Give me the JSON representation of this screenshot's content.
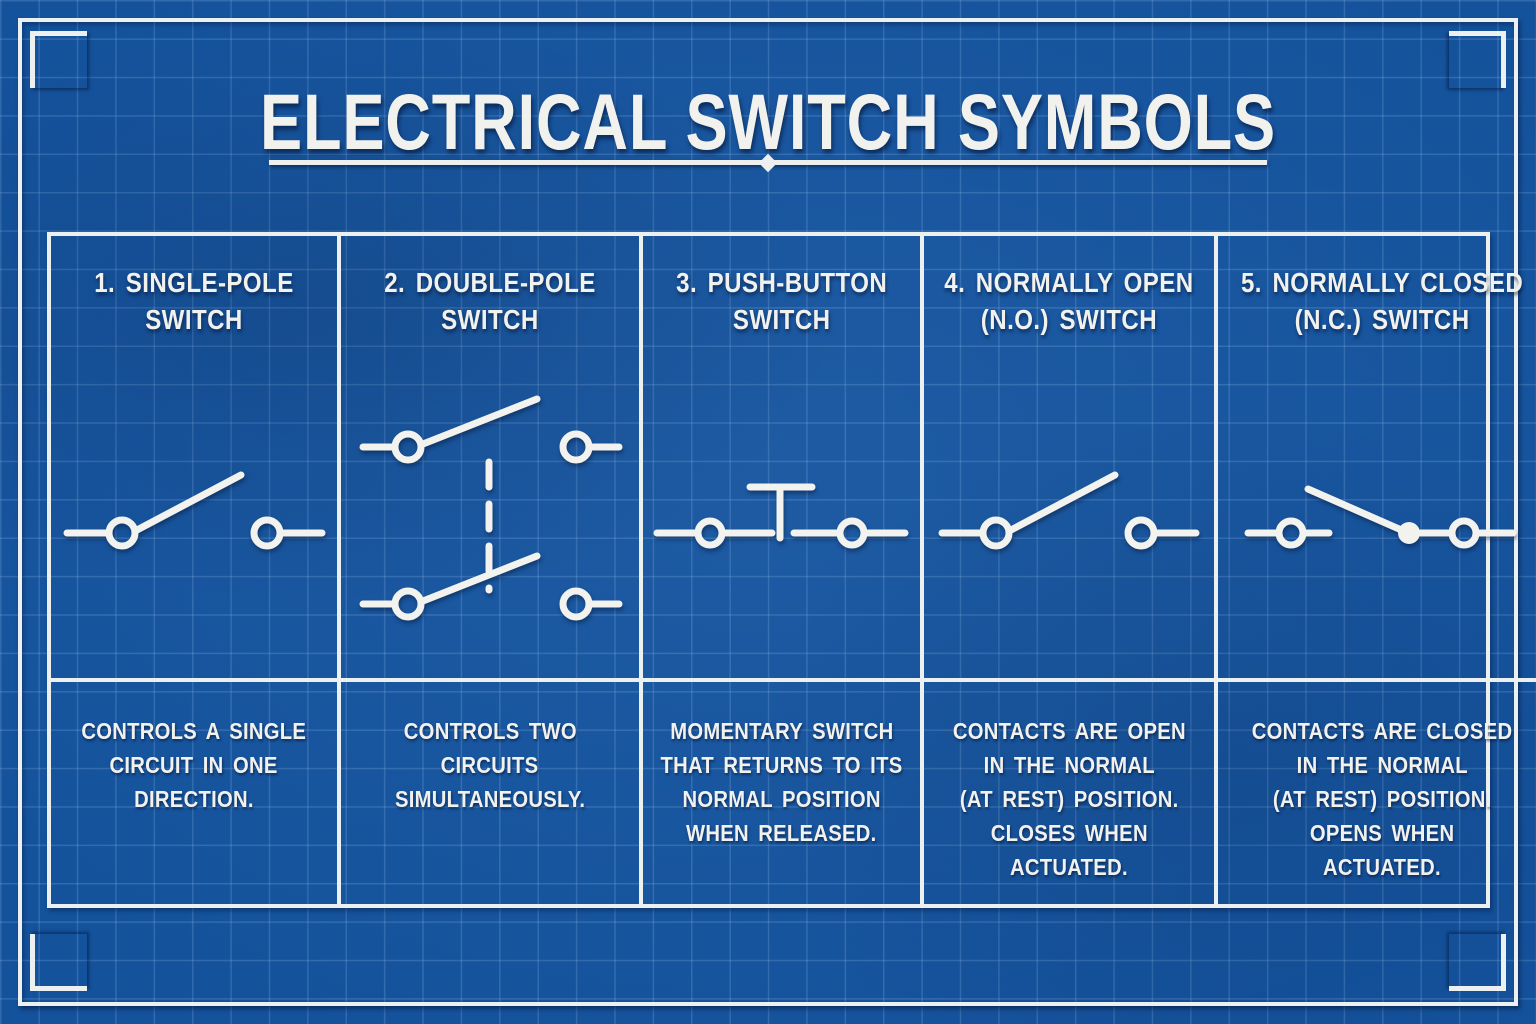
{
  "title": "ELECTRICAL SWITCH SYMBOLS",
  "style": {
    "background_color": "#14529C",
    "grid_line_color": "#3A6FB0",
    "line_color": "#F2F2EF"
  },
  "columns": [
    {
      "symbol": "single-pole-switch-symbol",
      "title_line1": "1. SINGLE-POLE",
      "title_line2": "SWITCH",
      "desc_lines": [
        "CONTROLS A SINGLE",
        "CIRCUIT IN ONE",
        "DIRECTION."
      ]
    },
    {
      "symbol": "double-pole-switch-symbol",
      "title_line1": "2. DOUBLE-POLE",
      "title_line2": "SWITCH",
      "desc_lines": [
        "CONTROLS TWO",
        "CIRCUITS",
        "SIMULTANEOUSLY."
      ]
    },
    {
      "symbol": "push-button-switch-symbol",
      "title_line1": "3. PUSH-BUTTON",
      "title_line2": "SWITCH",
      "desc_lines": [
        "MOMENTARY SWITCH",
        "THAT RETURNS TO ITS",
        "NORMAL POSITION",
        "WHEN RELEASED."
      ]
    },
    {
      "symbol": "normally-open-switch-symbol",
      "title_line1": "4. NORMALLY OPEN",
      "title_line2": "(N.O.) SWITCH",
      "desc_lines": [
        "CONTACTS ARE OPEN",
        "IN THE NORMAL",
        "(AT REST) POSITION.",
        "CLOSES WHEN",
        "ACTUATED."
      ]
    },
    {
      "symbol": "normally-closed-switch-symbol",
      "title_line1": "5. NORMALLY CLOSED",
      "title_line2": "(N.C.) SWITCH",
      "desc_lines": [
        "CONTACTS ARE CLOSED",
        "IN THE NORMAL",
        "(AT REST) POSITION.",
        "OPENS WHEN",
        "ACTUATED."
      ]
    }
  ]
}
